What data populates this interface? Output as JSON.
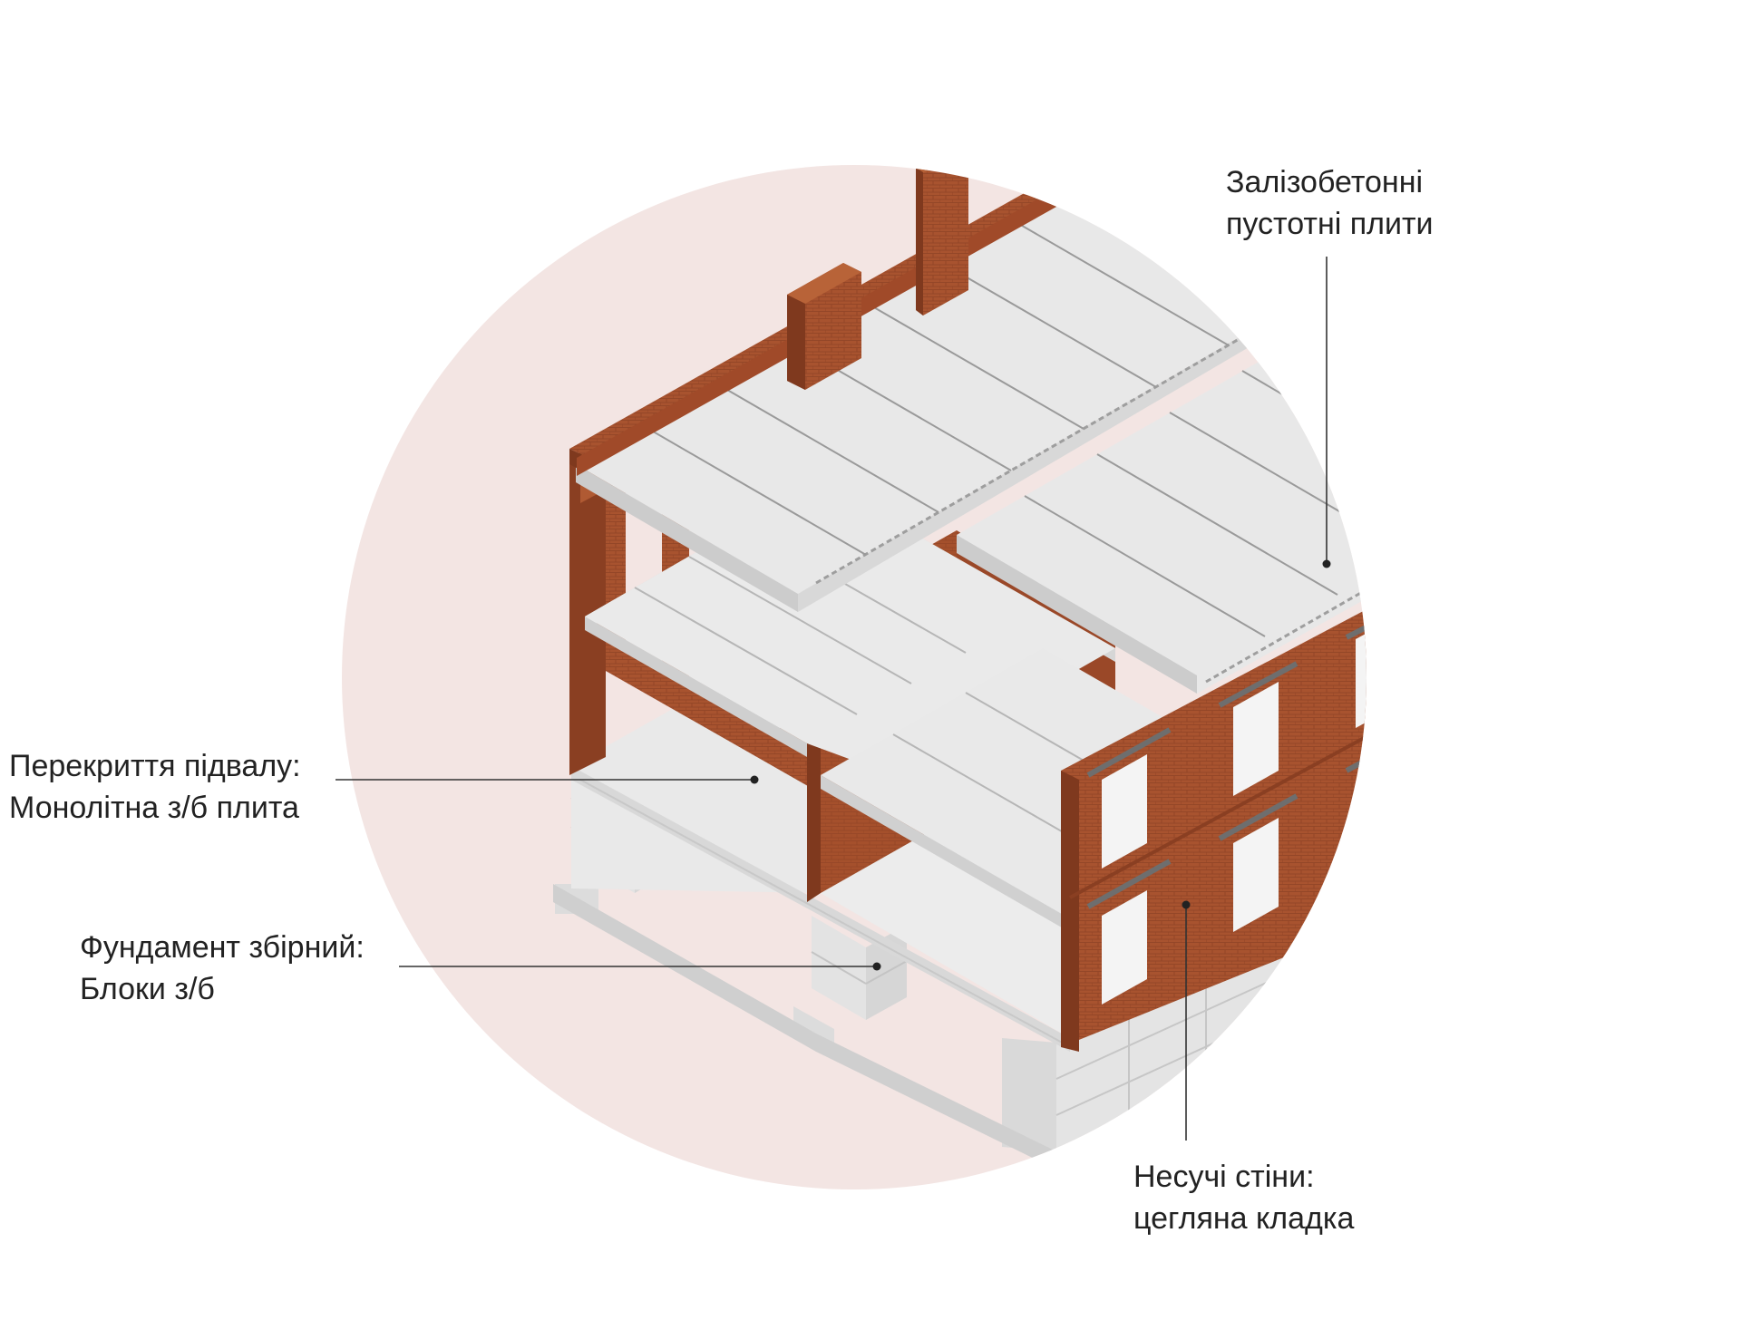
{
  "labels": {
    "slabs": {
      "line1": "Залізобетонні",
      "line2": "пустотні плити"
    },
    "basement": {
      "line1": "Перекриття підвалу:",
      "line2": "Монолітна з/б плита"
    },
    "foundation": {
      "line1": "Фундамент збірний:",
      "line2": "Блоки з/б"
    },
    "walls": {
      "line1": "Несучі стіни:",
      "line2": "цегляна кладка"
    }
  },
  "colors": {
    "background_circle": "#f3e5e3",
    "brick": "#a8532f",
    "brick_dark": "#8a3f22",
    "brick_light": "#c0673f",
    "slab_top": "#e8e8e8",
    "slab_edge": "#cfcfcf",
    "block": "#e1e1e1",
    "leader": "#333333"
  }
}
